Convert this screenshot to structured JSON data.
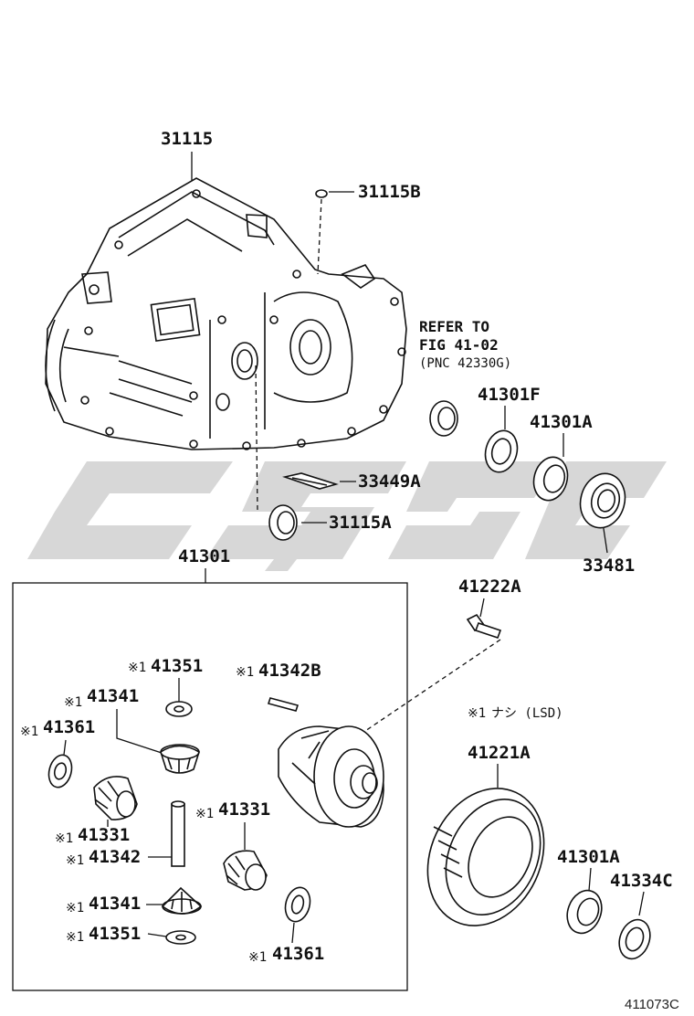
{
  "diagram_id": "411073C",
  "notes": {
    "refer_line1": "REFER TO",
    "refer_line2": "FIG 41-02",
    "refer_line3": "(PNC 42330G)",
    "legend_mark": "※1",
    "legend_text": "ナシ (LSD)"
  },
  "parts_upper": {
    "case": "31115",
    "plug": "31115B",
    "seal_a": "31115A",
    "magnet": "33449A",
    "seal_41301f": "41301F",
    "bearing_41301a": "41301A",
    "seal_33481": "33481"
  },
  "group_label": "41301",
  "parts_lower": {
    "bolt": "41222A",
    "ring_gear": "41221A",
    "bearing_right": "41301A",
    "shim_right": "41334C",
    "washer_top": "41351",
    "pin_top": "41342B",
    "pinion_top": "41341",
    "thrust_left": "41361",
    "side_gear_left": "41331",
    "shaft": "41342",
    "side_gear_right": "41331",
    "pinion_bottom": "41341",
    "washer_bottom": "41351",
    "thrust_bottom": "41361"
  },
  "mark": "※1"
}
